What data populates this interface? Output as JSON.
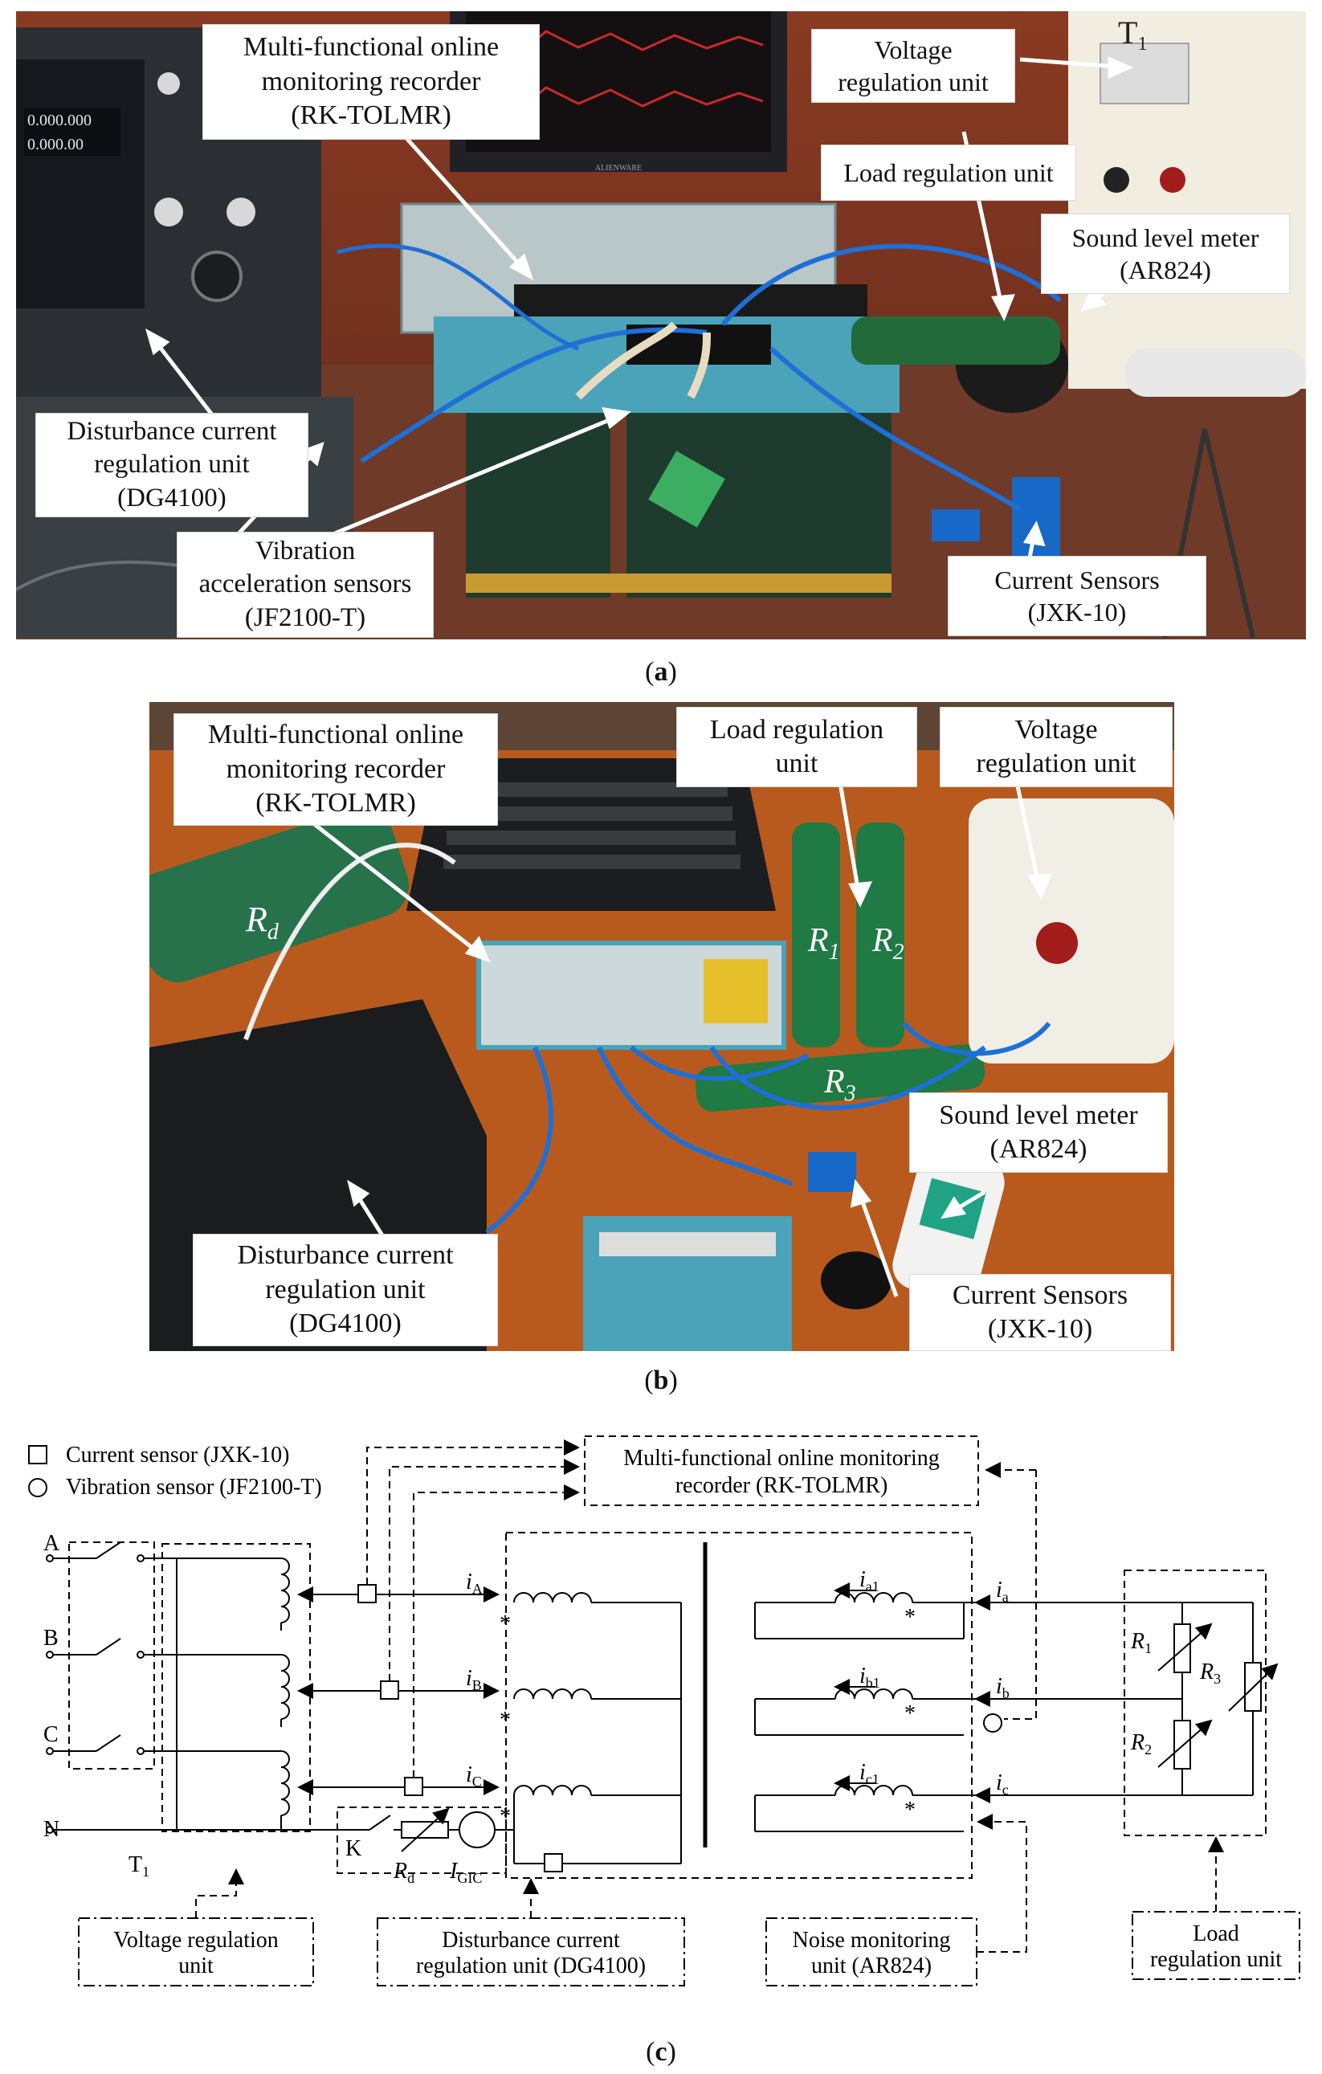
{
  "panel_a": {
    "caption_letter": "a",
    "labels": {
      "recorder": "Multi-functional online\nmonitoring recorder\n(RK-TOLMR)",
      "voltage": "Voltage\nregulation unit",
      "load": "Load regulation unit",
      "sound": "Sound level meter\n(AR824)",
      "disturbance": "Disturbance current\nregulation unit\n(DG4100)",
      "vibration": "Vibration\nacceleration sensors\n(JF2100-T)",
      "current": "Current Sensors\n(JXK-10)",
      "t1": "T1",
      "display1": "0.000.000",
      "display2": "0.000.00",
      "brand": "ALIENWARE"
    }
  },
  "panel_b": {
    "caption_letter": "b",
    "labels": {
      "recorder": "Multi-functional online\nmonitoring recorder\n(RK-TOLMR)",
      "load": "Load regulation\nunit",
      "voltage": "Voltage\nregulation unit",
      "sound": "Sound level meter\n(AR824)",
      "disturbance": "Disturbance current\nregulation unit\n(DG4100)",
      "current": "Current Sensors\n(JXK-10)",
      "rd": "Rd",
      "r1": "R1",
      "r2": "R2",
      "r3": "R3"
    }
  },
  "panel_c": {
    "caption_letter": "c",
    "legend": {
      "current_sensor": "Current sensor (JXK-10)",
      "vibration_sensor": "Vibration sensor (JF2100-T)"
    },
    "boxes": {
      "recorder": "Multi-functional online monitoring\nrecorder (RK-TOLMR)",
      "voltage": "Voltage regulation\nunit",
      "disturbance": "Disturbance current\nregulation unit (DG4100)",
      "noise": "Noise monitoring\nunit (AR824)",
      "load": "Load\nregulation unit"
    },
    "phases": [
      "A",
      "B",
      "C",
      "N"
    ],
    "symbols": {
      "t1": "T1",
      "k": "K",
      "rd": "Rd",
      "igic": "IGIC",
      "iA": "iA",
      "iB": "iB",
      "iC": "iC",
      "ia1": "ia1",
      "ib1": "ib1",
      "ic1": "ic1",
      "ia": "ia",
      "ib": "ib",
      "ic": "ic",
      "r1": "R1",
      "r2": "R2",
      "r3": "R3",
      "star": "*"
    }
  }
}
